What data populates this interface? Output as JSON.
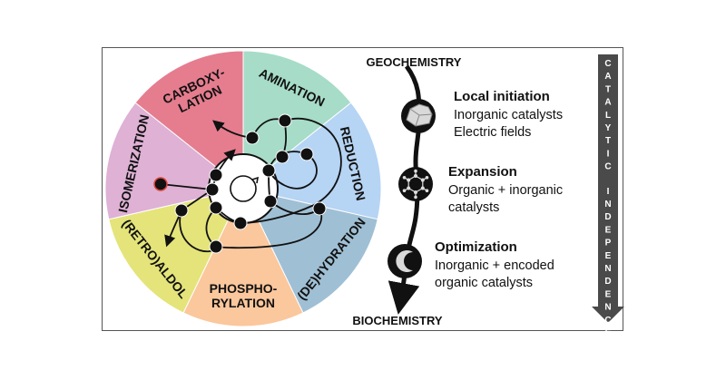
{
  "wheel": {
    "wedges": [
      {
        "id": "amination",
        "lines": [
          "AMINATION"
        ],
        "color": "#a6dcc8"
      },
      {
        "id": "reduction",
        "lines": [
          "REDUCTION"
        ],
        "color": "#b6d4f4"
      },
      {
        "id": "dehydration",
        "lines": [
          "(DE)HYDRATION"
        ],
        "color": "#9fbfd4"
      },
      {
        "id": "phosphorylation",
        "lines": [
          "PHOSPHO-",
          "RYLATION"
        ],
        "color": "#fbc79d"
      },
      {
        "id": "retroaldol",
        "lines": [
          "(RETRO)ALDOL"
        ],
        "color": "#e4e47a"
      },
      {
        "id": "isomerization",
        "lines": [
          "ISOMERIZATION"
        ],
        "color": "#deb1d5"
      },
      {
        "id": "carboxylation",
        "lines": [
          "CARBOXY-",
          "LATION"
        ],
        "color": "#e57d8f"
      }
    ]
  },
  "pathway": {
    "top_label": "GEOCHEMISTRY",
    "bottom_label": "BIOCHEMISTRY",
    "stages": [
      {
        "id": "local-initiation",
        "title": "Local initiation",
        "lines": [
          "Inorganic catalysts",
          "Electric fields"
        ],
        "icon": "rock-icon"
      },
      {
        "id": "expansion",
        "title": "Expansion",
        "lines": [
          "Organic + inorganic",
          "catalysts"
        ],
        "icon": "molecule-network-icon"
      },
      {
        "id": "optimization",
        "title": "Optimization",
        "lines": [
          "Inorganic + encoded",
          "organic catalysts"
        ],
        "icon": "enzyme-icon"
      }
    ]
  },
  "side_arrow": {
    "label": "CATALYTIC INDEPENDENCE",
    "color": "#4a4a4a"
  }
}
